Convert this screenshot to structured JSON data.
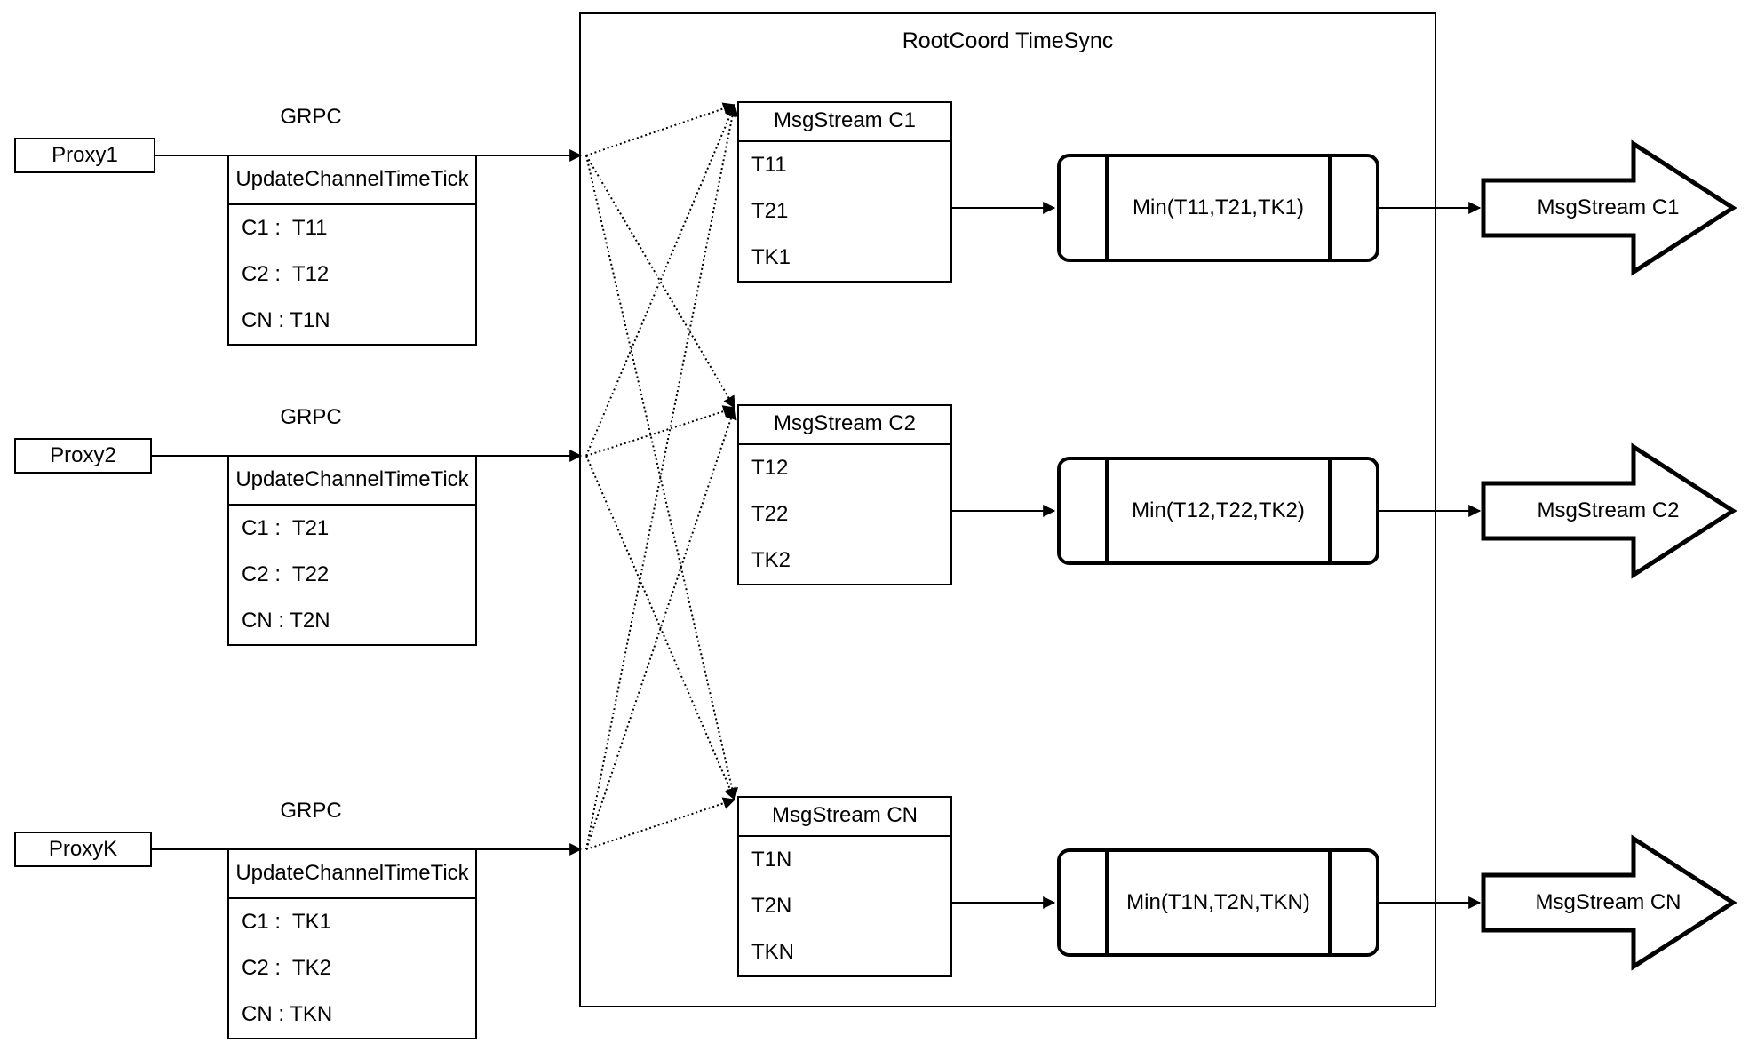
{
  "title": "RootCoord TimeSync",
  "colors": {
    "stroke": "#000000",
    "background": "#ffffff"
  },
  "rows": [
    {
      "proxy_label": "Proxy1",
      "grpc_label": "GRPC",
      "update_table": {
        "title": "UpdateChannelTimeTick",
        "rows": [
          "C1 :  T11",
          "C2 :  T12",
          "CN : T1N"
        ]
      },
      "msg_table": {
        "title": "MsgStream C1",
        "rows": [
          "T11",
          "T21",
          "TK1"
        ]
      },
      "min_label": "Min(T11,T21,TK1)",
      "output_label": "MsgStream C1"
    },
    {
      "proxy_label": "Proxy2",
      "grpc_label": "GRPC",
      "update_table": {
        "title": "UpdateChannelTimeTick",
        "rows": [
          "C1 :  T21",
          "C2 :  T22",
          "CN : T2N"
        ]
      },
      "msg_table": {
        "title": "MsgStream C2",
        "rows": [
          "T12",
          "T22",
          "TK2"
        ]
      },
      "min_label": "Min(T12,T22,TK2)",
      "output_label": "MsgStream C2"
    },
    {
      "proxy_label": "ProxyK",
      "grpc_label": "GRPC",
      "update_table": {
        "title": "UpdateChannelTimeTick",
        "rows": [
          "C1 :  TK1",
          "C2 :  TK2",
          "CN : TKN"
        ]
      },
      "msg_table": {
        "title": "MsgStream CN",
        "rows": [
          "T1N",
          "T2N",
          "TKN"
        ]
      },
      "min_label": "Min(T1N,T2N,TKN)",
      "output_label": "MsgStream CN"
    }
  ]
}
